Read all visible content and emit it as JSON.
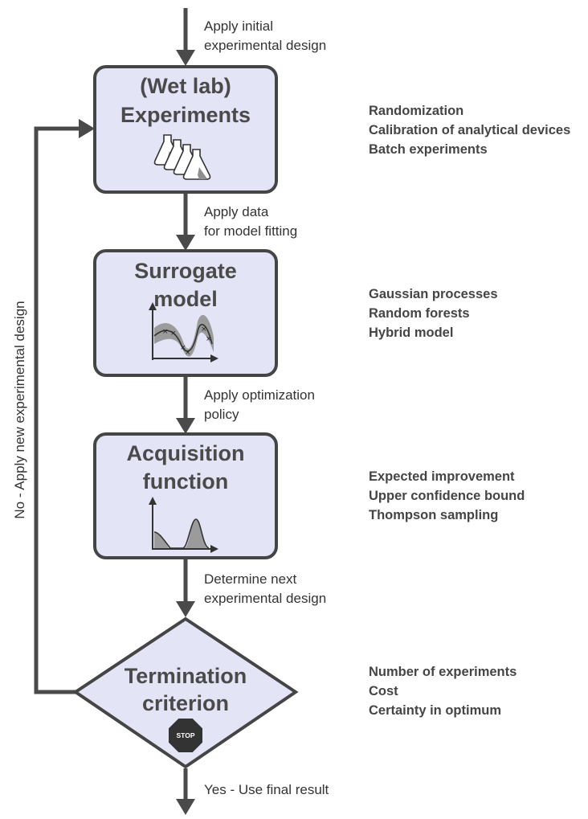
{
  "colors": {
    "box_fill": "#e4e4f7",
    "box_stroke": "#454545",
    "arrow": "#4a4a4a",
    "stop_sign": "#333333"
  },
  "steps": {
    "experiments": {
      "title_lines": [
        "(Wet lab)",
        "Experiments"
      ],
      "icon": "flasks-icon",
      "notes": [
        "Randomization",
        "Calibration of analytical devices",
        "Batch experiments"
      ]
    },
    "surrogate": {
      "title_lines": [
        "Surrogate",
        "model"
      ],
      "icon": "regression-plot-icon",
      "notes": [
        "Gaussian processes",
        "Random forests",
        "Hybrid model"
      ]
    },
    "acquisition": {
      "title_lines": [
        "Acquisition",
        "function"
      ],
      "icon": "acquisition-plot-icon",
      "notes": [
        "Expected improvement",
        "Upper confidence bound",
        "Thompson sampling"
      ]
    },
    "termination": {
      "title_lines": [
        "Termination",
        "criterion"
      ],
      "icon": "stop-sign-icon",
      "stop_label": "STOP",
      "notes": [
        "Number of experiments",
        "Cost",
        "Certainty in optimum"
      ]
    }
  },
  "arrows": {
    "initial": [
      "Apply initial",
      "experimental design"
    ],
    "to_model": [
      "Apply data",
      "for model fitting"
    ],
    "to_acquisition": [
      "Apply optimization",
      "policy"
    ],
    "to_termination": [
      "Determine next",
      "experimental design"
    ],
    "final": "Yes - Use final result",
    "loop_back": "No - Apply new experimental design"
  }
}
